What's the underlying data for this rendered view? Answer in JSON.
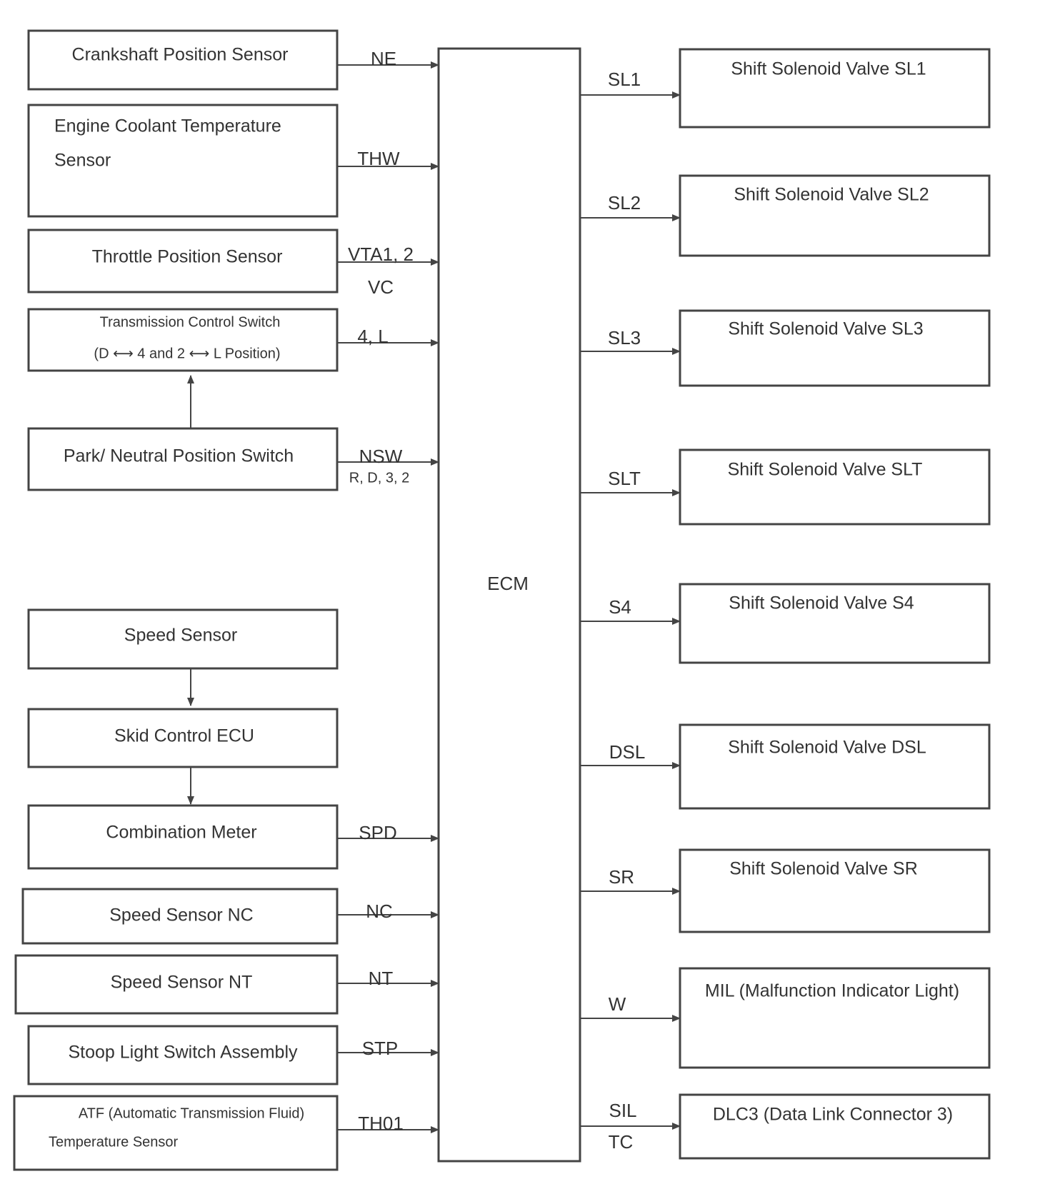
{
  "inputs": [
    {
      "lines": [
        "Crankshaft Position Sensor"
      ],
      "signal": [
        "NE"
      ]
    },
    {
      "lines": [
        "Engine Coolant Temperature",
        "Sensor"
      ],
      "signal": [
        "THW"
      ]
    },
    {
      "lines": [
        "Throttle Position Sensor"
      ],
      "signal": [
        "VTA1, 2",
        "VC"
      ]
    },
    {
      "lines": [
        "Transmission Control Switch",
        "(D ⟷ 4 and 2 ⟷ L Position)"
      ],
      "signal": [
        "4, L"
      ]
    },
    {
      "lines": [
        "Park/ Neutral Position Switch"
      ],
      "signal": [
        "NSW",
        "R, D, 3, 2"
      ]
    },
    {
      "lines": [
        "Speed Sensor"
      ],
      "signal": []
    },
    {
      "lines": [
        "Skid Control ECU"
      ],
      "signal": []
    },
    {
      "lines": [
        "Combination Meter"
      ],
      "signal": [
        "SPD"
      ]
    },
    {
      "lines": [
        "Speed Sensor NC"
      ],
      "signal": [
        "NC"
      ]
    },
    {
      "lines": [
        "Speed Sensor NT"
      ],
      "signal": [
        "NT"
      ]
    },
    {
      "lines": [
        "Stoop Light Switch Assembly"
      ],
      "signal": [
        "STP"
      ]
    },
    {
      "lines": [
        "ATF (Automatic Transmission Fluid)",
        "Temperature Sensor"
      ],
      "signal": [
        "TH01"
      ]
    }
  ],
  "ecm": {
    "label": "ECM"
  },
  "outputs": [
    {
      "label": "Shift Solenoid Valve SL1",
      "signal": [
        "SL1"
      ]
    },
    {
      "label": "Shift Solenoid Valve SL2",
      "signal": [
        "SL2"
      ]
    },
    {
      "label": "Shift Solenoid Valve SL3",
      "signal": [
        "SL3"
      ]
    },
    {
      "label": "Shift Solenoid Valve SLT",
      "signal": [
        "SLT"
      ]
    },
    {
      "label": "Shift Solenoid Valve S4",
      "signal": [
        "S4"
      ]
    },
    {
      "label": "Shift Solenoid Valve DSL",
      "signal": [
        "DSL"
      ]
    },
    {
      "label": "Shift Solenoid Valve SR",
      "signal": [
        "SR"
      ]
    },
    {
      "label": "MIL (Malfunction Indicator Light)",
      "signal": [
        "W"
      ]
    },
    {
      "label": "DLC3 (Data Link Connector 3)",
      "signal": [
        "SIL",
        "TC"
      ]
    }
  ]
}
